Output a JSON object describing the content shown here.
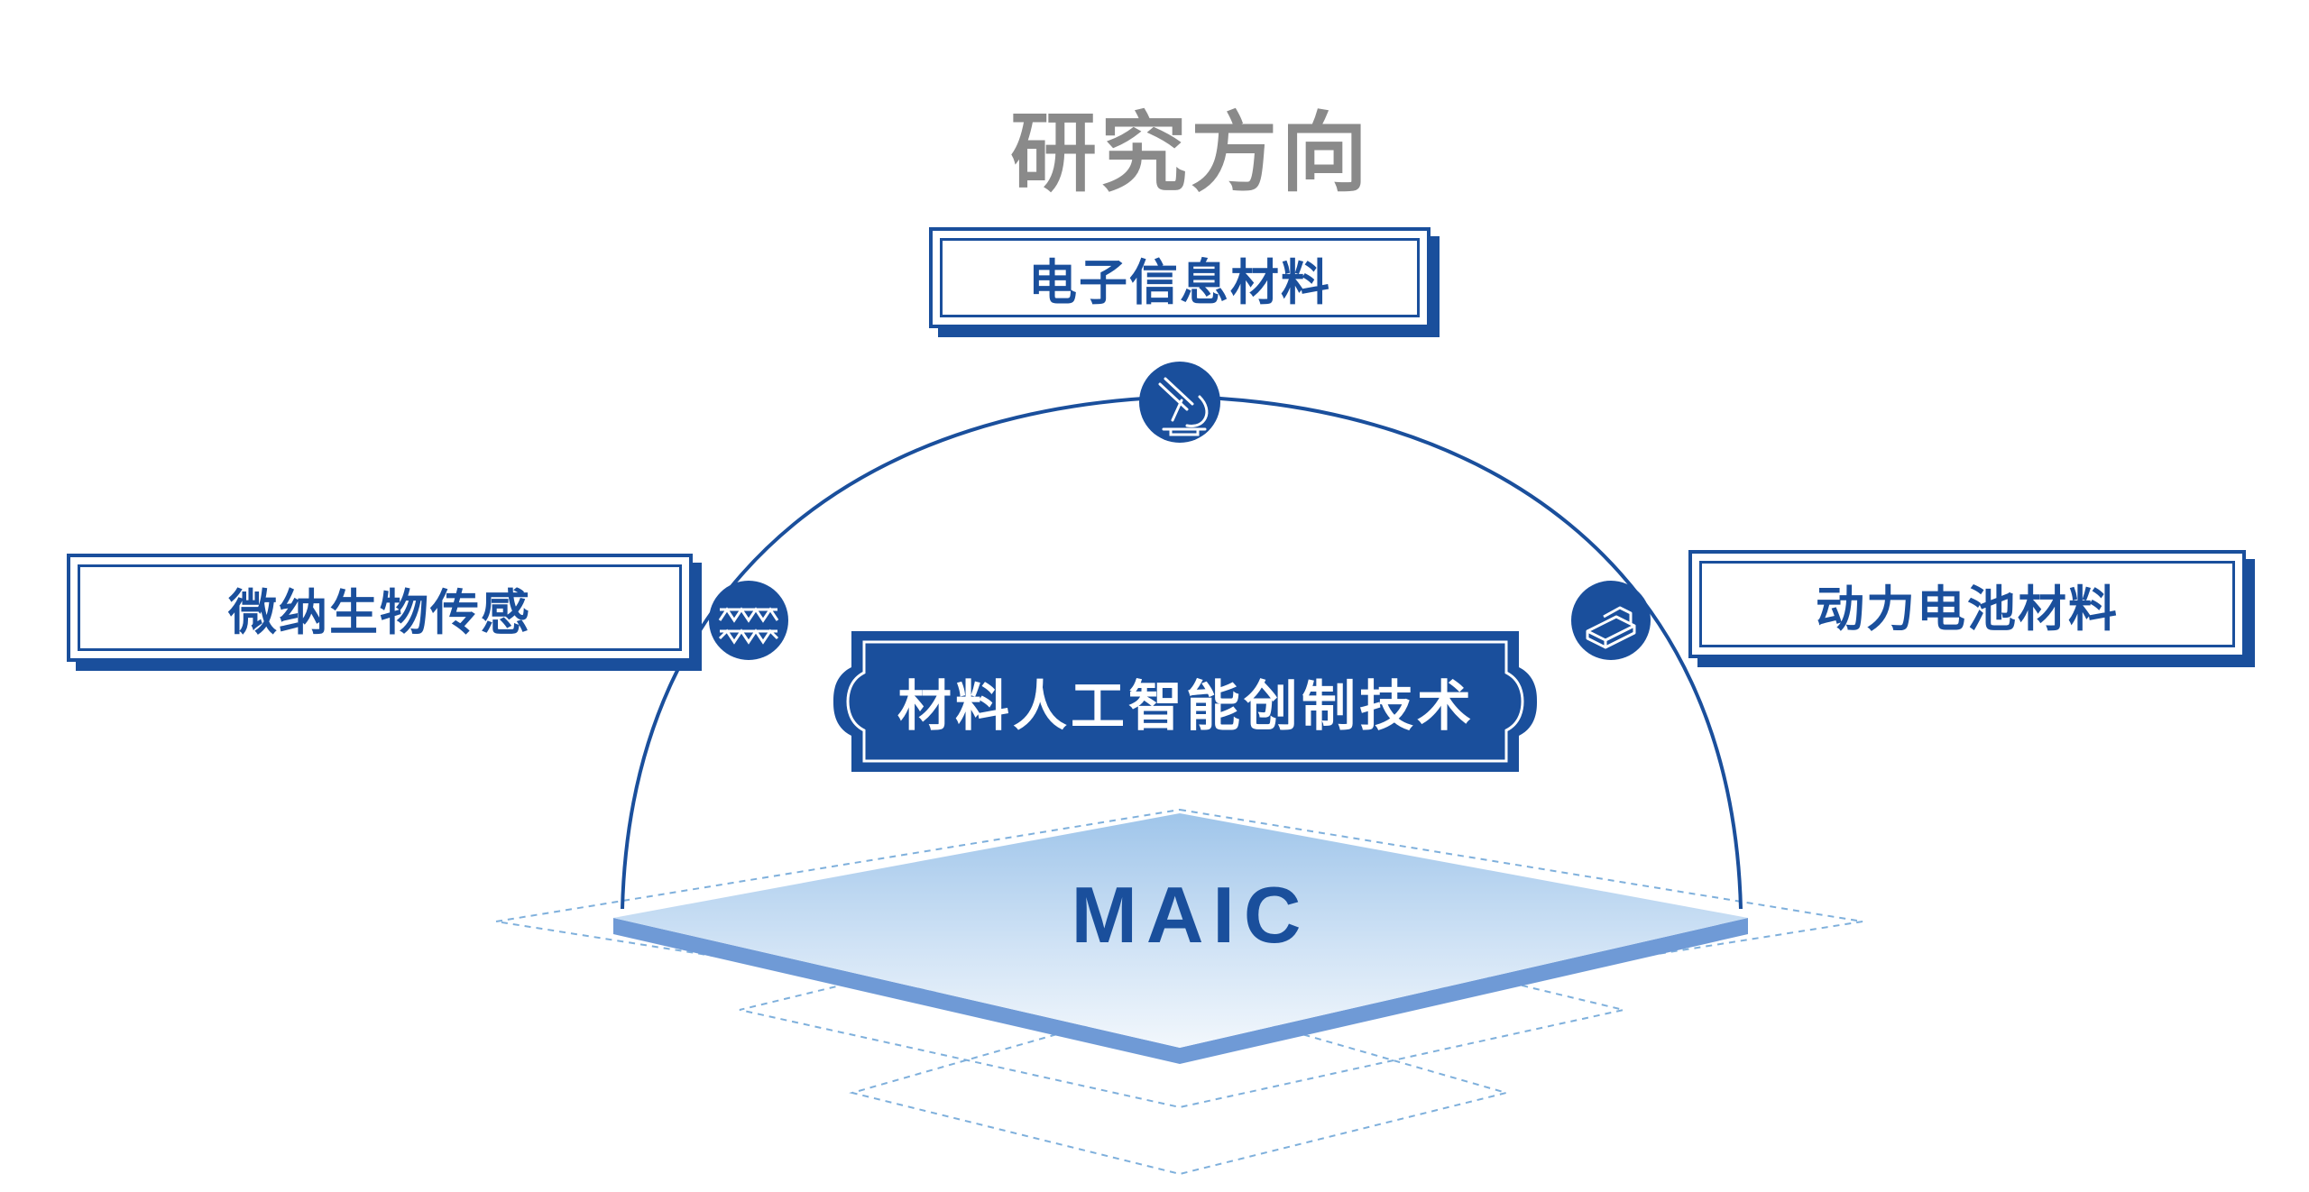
{
  "title": "研究方向",
  "nodes": {
    "top": "电子信息材料",
    "left": "微纳生物传感",
    "right": "动力电池材料",
    "center": "材料人工智能创制技术",
    "base": "MAIC"
  },
  "icons": {
    "top": "microscope-icon",
    "left": "microstructure-icon",
    "right": "battery-device-icon"
  },
  "colors": {
    "primary": "#1a4f9c",
    "title_gray": "#8a8a8a",
    "platform_light": "#cfe2f5"
  }
}
